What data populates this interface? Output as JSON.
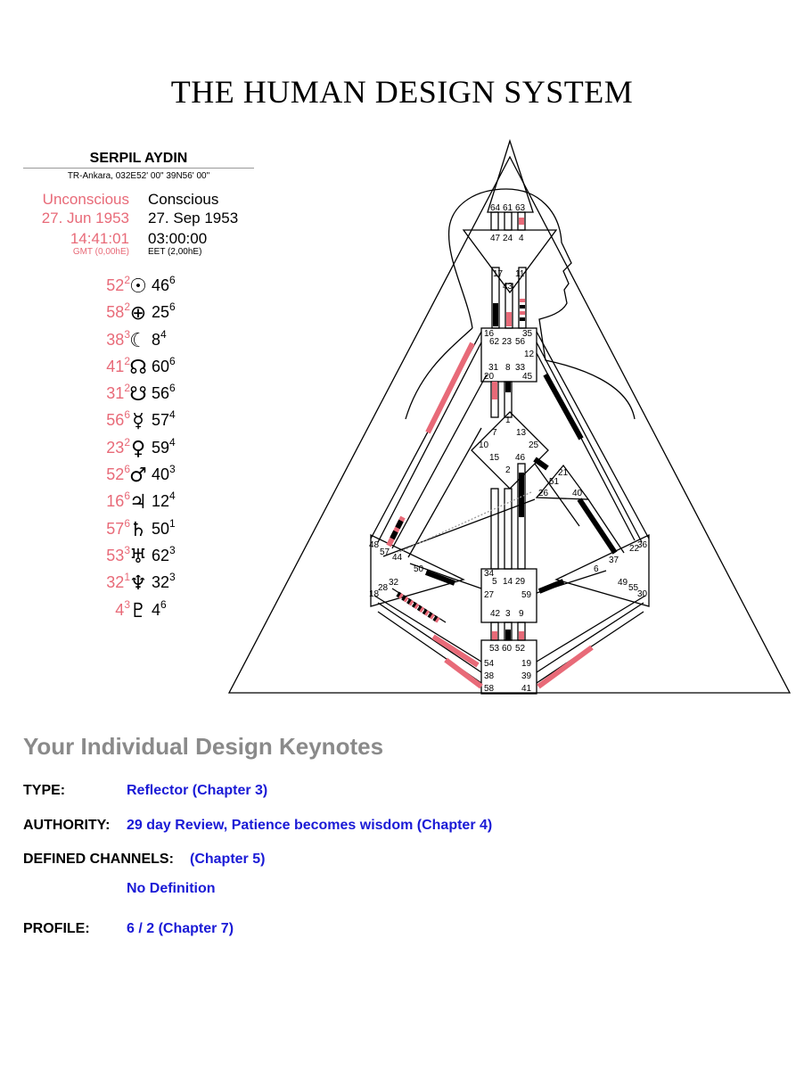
{
  "title": "THE HUMAN DESIGN SYSTEM",
  "person": {
    "name": "SERPIL AYDIN",
    "location": "TR-Ankara, 032E52' 00\"  39N56' 00\""
  },
  "unconscious": {
    "label": "Unconscious",
    "date": "27. Jun 1953",
    "time": "14:41:01",
    "timezone": "GMT (0,00hE)"
  },
  "conscious": {
    "label": "Conscious",
    "date": "27. Sep 1953",
    "time": "03:00:00",
    "timezone": "EET (2,00hE)"
  },
  "planets": [
    {
      "name": "sun-icon",
      "glyph": "☉",
      "u_gate": "52",
      "u_line": "2",
      "c_gate": "46",
      "c_line": "6"
    },
    {
      "name": "earth-icon",
      "glyph": "⊕",
      "u_gate": "58",
      "u_line": "2",
      "c_gate": "25",
      "c_line": "6"
    },
    {
      "name": "moon-icon",
      "glyph": "☾",
      "u_gate": "38",
      "u_line": "3",
      "c_gate": "8",
      "c_line": "4"
    },
    {
      "name": "north-node-icon",
      "glyph": "☊",
      "u_gate": "41",
      "u_line": "2",
      "c_gate": "60",
      "c_line": "6"
    },
    {
      "name": "south-node-icon",
      "glyph": "☋",
      "u_gate": "31",
      "u_line": "2",
      "c_gate": "56",
      "c_line": "6"
    },
    {
      "name": "mercury-icon",
      "glyph": "☿",
      "u_gate": "56",
      "u_line": "6",
      "c_gate": "57",
      "c_line": "4"
    },
    {
      "name": "venus-icon",
      "glyph": "♀",
      "u_gate": "23",
      "u_line": "2",
      "c_gate": "59",
      "c_line": "4"
    },
    {
      "name": "mars-icon",
      "glyph": "♂",
      "u_gate": "52",
      "u_line": "6",
      "c_gate": "40",
      "c_line": "3"
    },
    {
      "name": "jupiter-icon",
      "glyph": "♃",
      "u_gate": "16",
      "u_line": "6",
      "c_gate": "12",
      "c_line": "4"
    },
    {
      "name": "saturn-icon",
      "glyph": "♄",
      "u_gate": "57",
      "u_line": "6",
      "c_gate": "50",
      "c_line": "1"
    },
    {
      "name": "uranus-icon",
      "glyph": "♅",
      "u_gate": "53",
      "u_line": "3",
      "c_gate": "62",
      "c_line": "3"
    },
    {
      "name": "neptune-icon",
      "glyph": "♆",
      "u_gate": "32",
      "u_line": "1",
      "c_gate": "32",
      "c_line": "3"
    },
    {
      "name": "pluto-icon",
      "glyph": "♇",
      "u_gate": "4",
      "u_line": "3",
      "c_gate": "4",
      "c_line": "6"
    }
  ],
  "colors": {
    "unconscious": "#e86a78",
    "conscious": "#000000",
    "keynote_value": "#1a1ad6",
    "keynote_title": "#8a8a8a"
  },
  "keynotes": {
    "title": "Your Individual Design Keynotes",
    "type_label": "TYPE:",
    "type_value": "Reflector  (Chapter 3)",
    "authority_label": "AUTHORITY:",
    "authority_value": "29 day Review, Patience becomes wisdom  (Chapter 4)",
    "channels_label": "DEFINED CHANNELS:",
    "channels_value": "(Chapter 5)",
    "channels_detail": "No Definition",
    "profile_label": "PROFILE:",
    "profile_value": "6 / 2  (Chapter 7)"
  },
  "gates": {
    "head": [
      "64",
      "61",
      "63"
    ],
    "ajna_top": [
      "47",
      "24",
      "4"
    ],
    "ajna_bottom": [
      "17",
      "43",
      "11"
    ],
    "throat": [
      "62",
      "23",
      "56",
      "16",
      "35",
      "12",
      "31",
      "8",
      "33",
      "20",
      "45"
    ],
    "g_center": [
      "7",
      "1",
      "13",
      "10",
      "25",
      "15",
      "2",
      "46"
    ],
    "ego": [
      "21",
      "51",
      "26",
      "40"
    ],
    "spleen": [
      "48",
      "57",
      "44",
      "50",
      "32",
      "28",
      "18"
    ],
    "solar_plexus": [
      "37",
      "22",
      "36",
      "6",
      "49",
      "55",
      "30"
    ],
    "sacral": [
      "34",
      "5",
      "14",
      "29",
      "27",
      "59",
      "42",
      "3",
      "9"
    ],
    "root": [
      "53",
      "60",
      "52",
      "54",
      "19",
      "38",
      "39",
      "58",
      "41"
    ]
  }
}
